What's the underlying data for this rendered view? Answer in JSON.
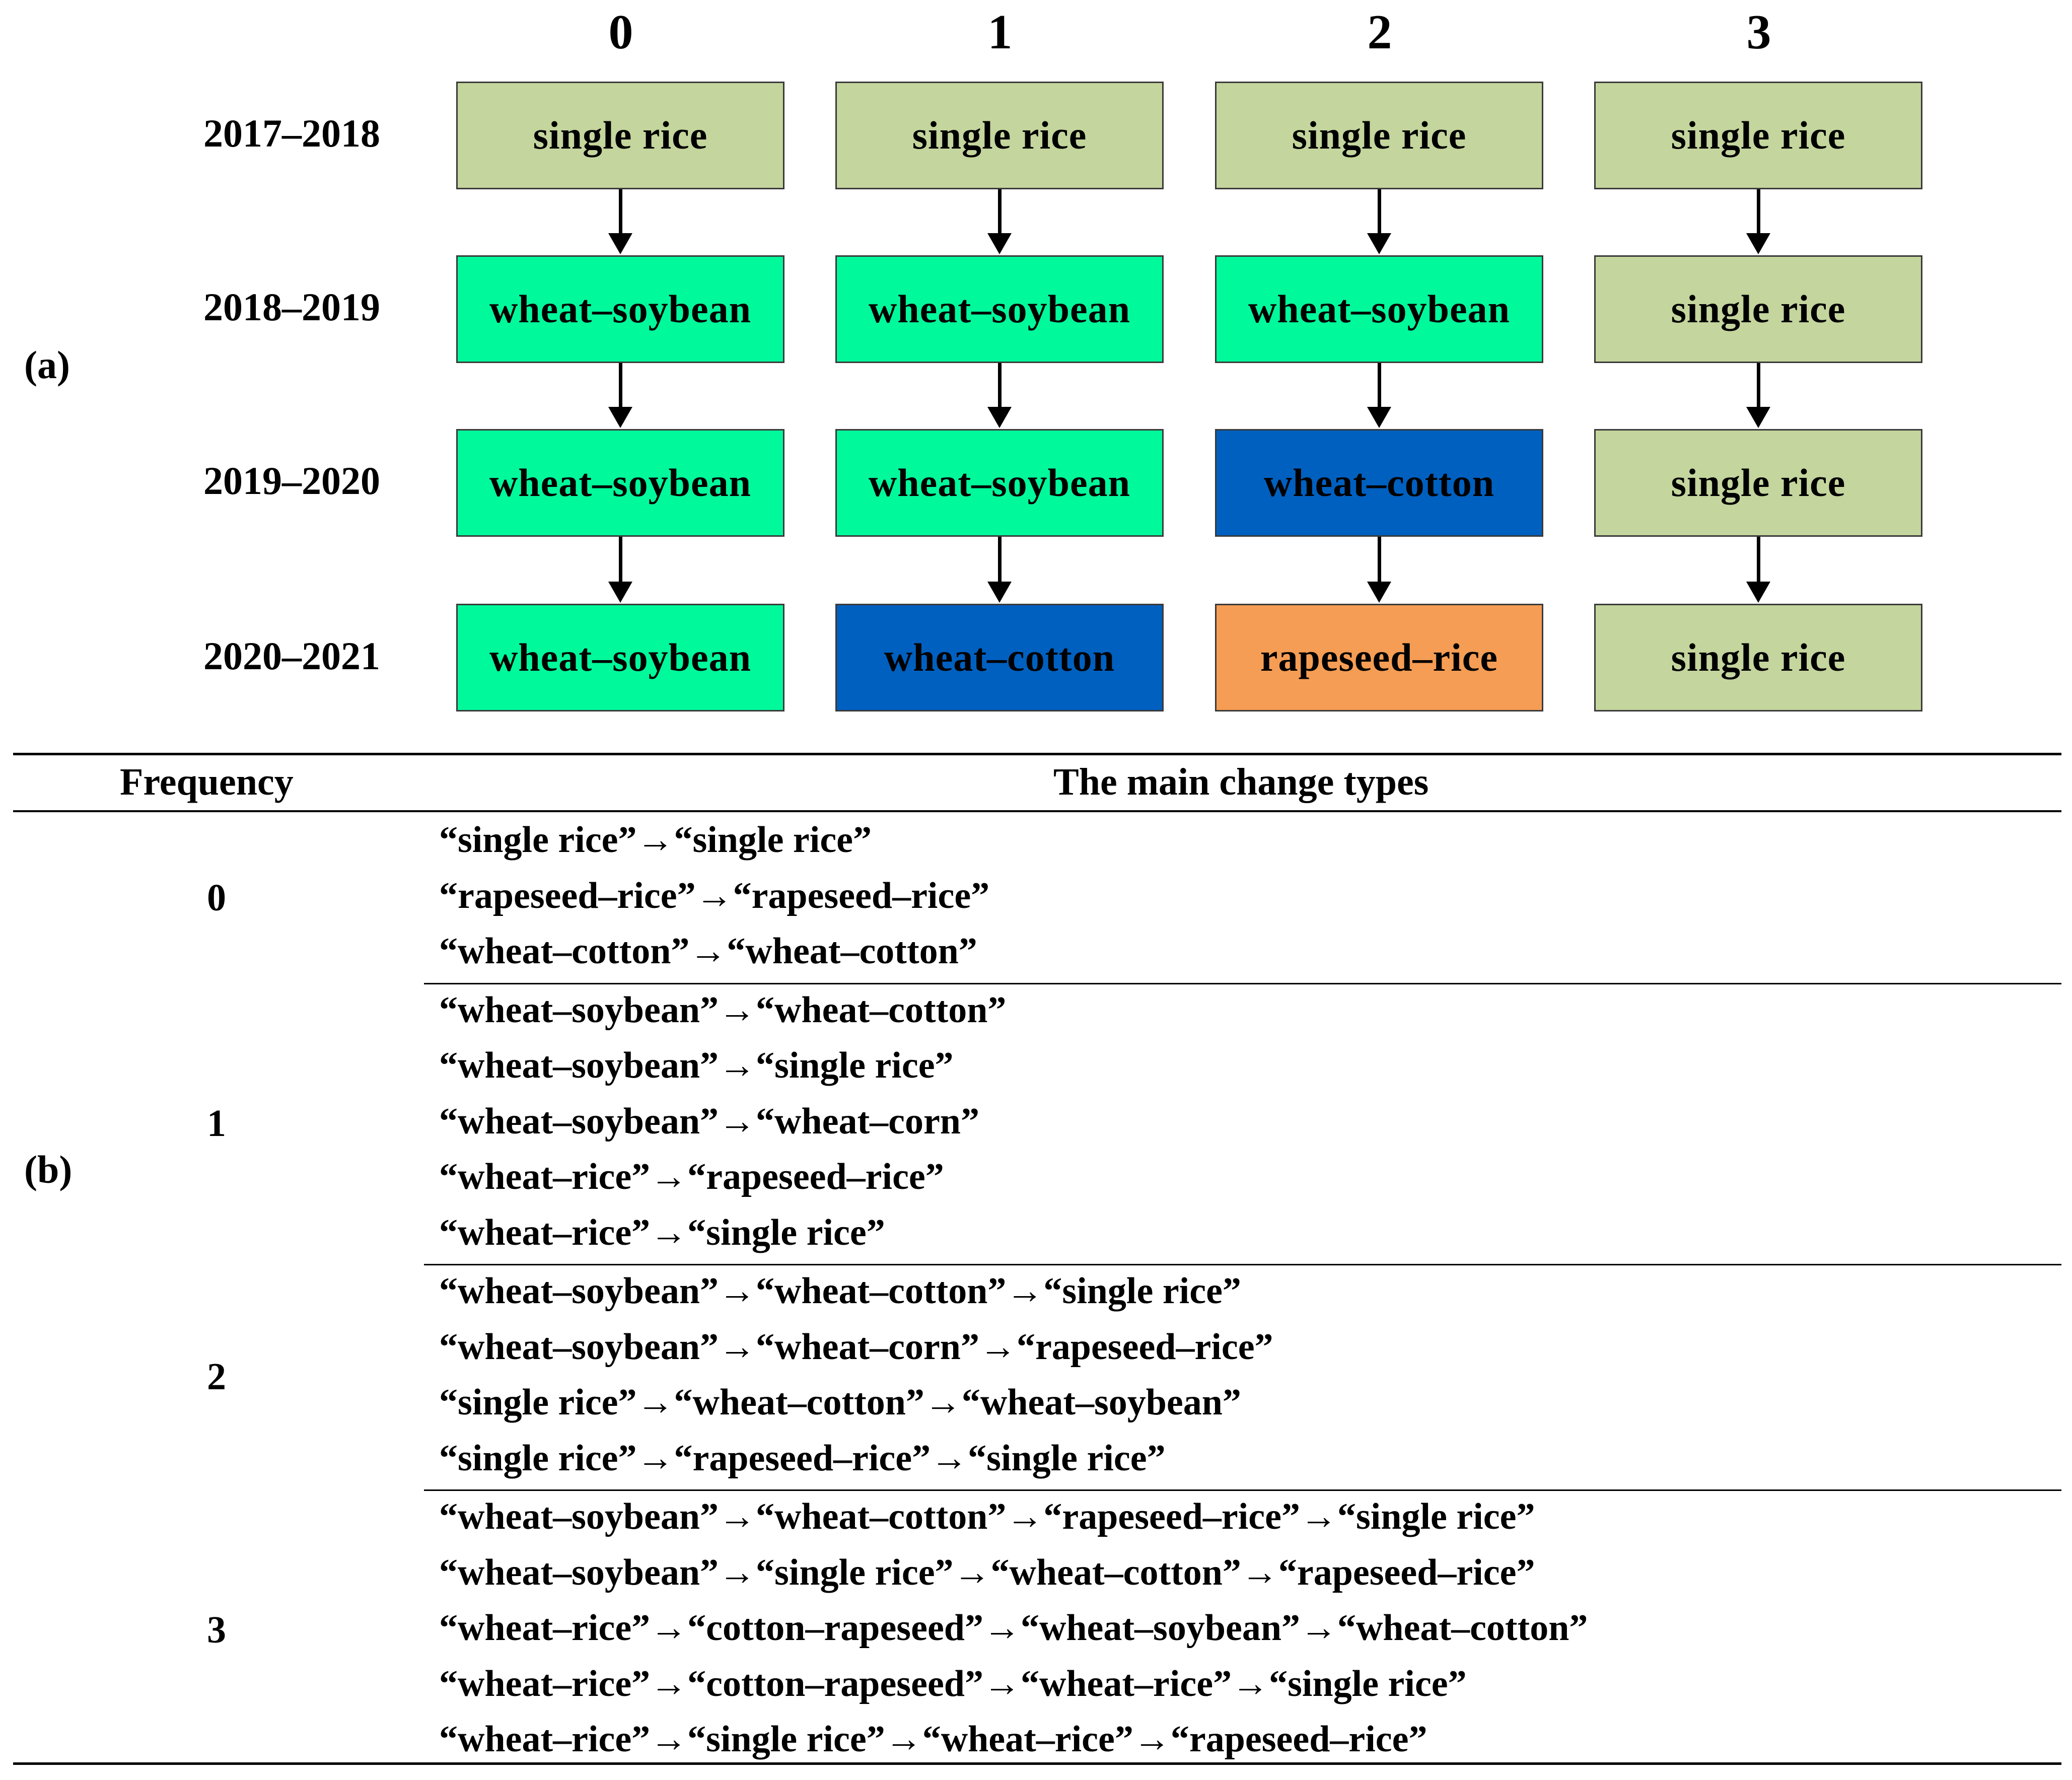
{
  "panel_a": {
    "label": "(a)",
    "columns": [
      "0",
      "1",
      "2",
      "3"
    ],
    "years": [
      "2017–2018",
      "2018–2019",
      "2019–2020",
      "2020–2021"
    ],
    "boxes": [
      [
        {
          "text": "single rice",
          "color": "#c4d59d"
        },
        {
          "text": "single rice",
          "color": "#c4d59d"
        },
        {
          "text": "single rice",
          "color": "#c4d59d"
        },
        {
          "text": "single rice",
          "color": "#c4d59d"
        }
      ],
      [
        {
          "text": "wheat–soybean",
          "color": "#00f99b"
        },
        {
          "text": "wheat–soybean",
          "color": "#00f99b"
        },
        {
          "text": "wheat–soybean",
          "color": "#00f99b"
        },
        {
          "text": "single rice",
          "color": "#c4d59d"
        }
      ],
      [
        {
          "text": "wheat–soybean",
          "color": "#00f99b"
        },
        {
          "text": "wheat–soybean",
          "color": "#00f99b"
        },
        {
          "text": "wheat–cotton",
          "color": "#0060c0"
        },
        {
          "text": "single rice",
          "color": "#c4d59d"
        }
      ],
      [
        {
          "text": "wheat–soybean",
          "color": "#00f99b"
        },
        {
          "text": "wheat–cotton",
          "color": "#0060c0"
        },
        {
          "text": "rapeseed–rice",
          "color": "#f59d54"
        },
        {
          "text": "single rice",
          "color": "#c4d59d"
        }
      ]
    ]
  },
  "panel_b": {
    "label": "(b)",
    "header": {
      "frequency": "Frequency",
      "types": "The main change types"
    },
    "groups": [
      {
        "frequency": "0",
        "items": [
          "“single rice”→“single rice”",
          "“rapeseed–rice”→“rapeseed–rice”",
          "“wheat–cotton”→“wheat–cotton”"
        ]
      },
      {
        "frequency": "1",
        "items": [
          "“wheat–soybean”→“wheat–cotton”",
          "“wheat–soybean”→“single rice”",
          "“wheat–soybean”→“wheat–corn”",
          "“wheat–rice”→“rapeseed–rice”",
          "“wheat–rice”→“single rice”"
        ]
      },
      {
        "frequency": "2",
        "items": [
          "“wheat–soybean”→“wheat–cotton”→“single rice”",
          "“wheat–soybean”→“wheat–corn”→“rapeseed–rice”",
          "“single rice”→“wheat–cotton”→“wheat–soybean”",
          "“single rice”→“rapeseed–rice”→“single rice”"
        ]
      },
      {
        "frequency": "3",
        "items": [
          "“wheat–soybean”→“wheat–cotton”→“rapeseed–rice”→“single rice”",
          "“wheat–soybean”→“single rice”→“wheat–cotton”→“rapeseed–rice”",
          "“wheat–rice”→“cotton–rapeseed”→“wheat–soybean”→“wheat–cotton”",
          "“wheat–rice”→“cotton–rapeseed”→“wheat–rice”→“single rice”",
          "“wheat–rice”→“single rice”→“wheat–rice”→“rapeseed–rice”"
        ]
      }
    ]
  }
}
